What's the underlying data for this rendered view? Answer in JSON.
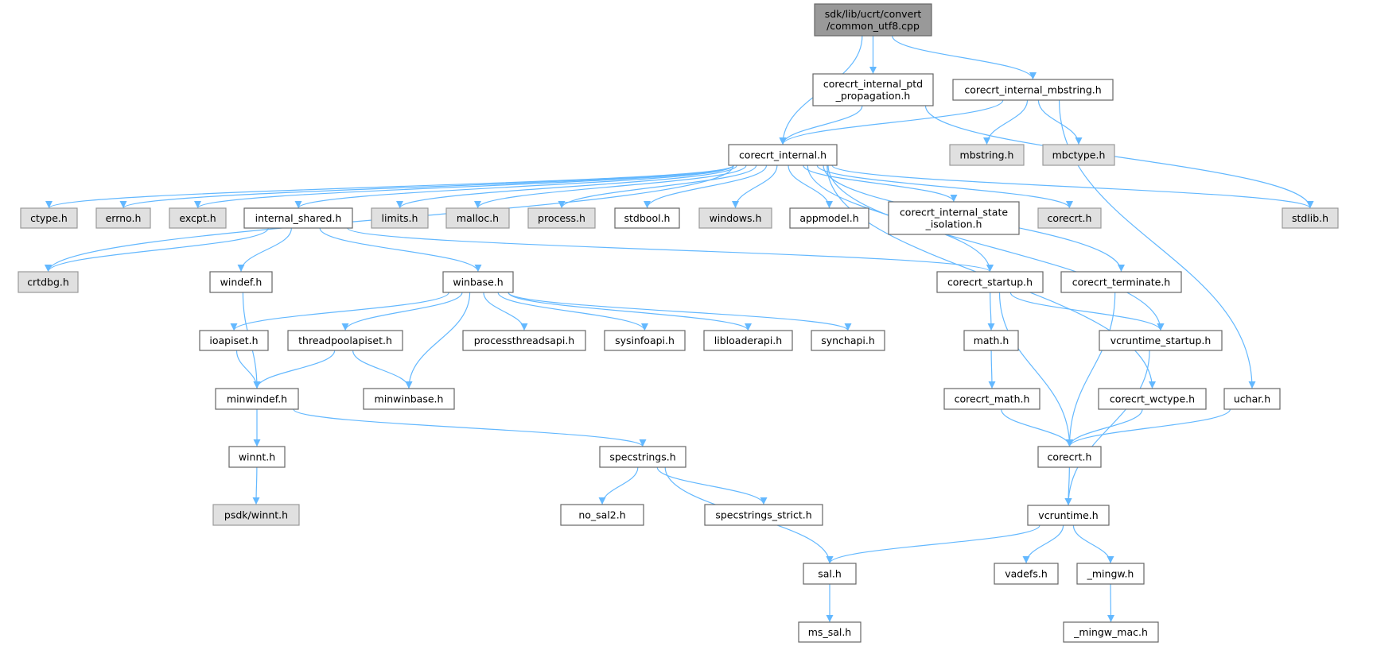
{
  "graph": {
    "edge_color": "#63b8ff",
    "nodes": [
      {
        "id": "root",
        "lines": [
          "sdk/lib/ucrt/convert",
          "/common_utf8.cpp"
        ],
        "style": "root"
      },
      {
        "id": "ptd",
        "lines": [
          "corecrt_internal_ptd",
          "_propagation.h"
        ],
        "style": "doc"
      },
      {
        "id": "mbsi",
        "lines": [
          "corecrt_internal_mbstring.h"
        ],
        "style": "doc"
      },
      {
        "id": "ci",
        "lines": [
          "corecrt_internal.h"
        ],
        "style": "doc"
      },
      {
        "id": "mbstring",
        "lines": [
          "mbstring.h"
        ],
        "style": "ext"
      },
      {
        "id": "mbctype",
        "lines": [
          "mbctype.h"
        ],
        "style": "ext"
      },
      {
        "id": "ctype",
        "lines": [
          "ctype.h"
        ],
        "style": "ext"
      },
      {
        "id": "errno",
        "lines": [
          "errno.h"
        ],
        "style": "ext"
      },
      {
        "id": "excpt",
        "lines": [
          "excpt.h"
        ],
        "style": "ext"
      },
      {
        "id": "ishared",
        "lines": [
          "internal_shared.h"
        ],
        "style": "doc"
      },
      {
        "id": "limits",
        "lines": [
          "limits.h"
        ],
        "style": "ext"
      },
      {
        "id": "malloc",
        "lines": [
          "malloc.h"
        ],
        "style": "ext"
      },
      {
        "id": "process",
        "lines": [
          "process.h"
        ],
        "style": "ext"
      },
      {
        "id": "stdbool",
        "lines": [
          "stdbool.h"
        ],
        "style": "doc"
      },
      {
        "id": "windows",
        "lines": [
          "windows.h"
        ],
        "style": "ext"
      },
      {
        "id": "appmodel",
        "lines": [
          "appmodel.h"
        ],
        "style": "doc"
      },
      {
        "id": "isolation",
        "lines": [
          "corecrt_internal_state",
          "_isolation.h"
        ],
        "style": "doc"
      },
      {
        "id": "corecrt_g",
        "lines": [
          "corecrt.h"
        ],
        "style": "ext"
      },
      {
        "id": "stdlib",
        "lines": [
          "stdlib.h"
        ],
        "style": "ext"
      },
      {
        "id": "crtdbg",
        "lines": [
          "crtdbg.h"
        ],
        "style": "ext"
      },
      {
        "id": "windef",
        "lines": [
          "windef.h"
        ],
        "style": "doc"
      },
      {
        "id": "winbase",
        "lines": [
          "winbase.h"
        ],
        "style": "doc"
      },
      {
        "id": "startup",
        "lines": [
          "corecrt_startup.h"
        ],
        "style": "doc"
      },
      {
        "id": "terminate",
        "lines": [
          "corecrt_terminate.h"
        ],
        "style": "doc"
      },
      {
        "id": "ioapiset",
        "lines": [
          "ioapiset.h"
        ],
        "style": "doc"
      },
      {
        "id": "threadpool",
        "lines": [
          "threadpoolapiset.h"
        ],
        "style": "doc"
      },
      {
        "id": "pthreads",
        "lines": [
          "processthreadsapi.h"
        ],
        "style": "doc"
      },
      {
        "id": "sysinfo",
        "lines": [
          "sysinfoapi.h"
        ],
        "style": "doc"
      },
      {
        "id": "libloader",
        "lines": [
          "libloaderapi.h"
        ],
        "style": "doc"
      },
      {
        "id": "synch",
        "lines": [
          "synchapi.h"
        ],
        "style": "doc"
      },
      {
        "id": "math",
        "lines": [
          "math.h"
        ],
        "style": "doc"
      },
      {
        "id": "vcstartup",
        "lines": [
          "vcruntime_startup.h"
        ],
        "style": "doc"
      },
      {
        "id": "minwindef",
        "lines": [
          "minwindef.h"
        ],
        "style": "doc"
      },
      {
        "id": "minwinbase",
        "lines": [
          "minwinbase.h"
        ],
        "style": "doc"
      },
      {
        "id": "cmath",
        "lines": [
          "corecrt_math.h"
        ],
        "style": "doc"
      },
      {
        "id": "wctype",
        "lines": [
          "corecrt_wctype.h"
        ],
        "style": "doc"
      },
      {
        "id": "uchar",
        "lines": [
          "uchar.h"
        ],
        "style": "doc"
      },
      {
        "id": "winnt",
        "lines": [
          "winnt.h"
        ],
        "style": "doc"
      },
      {
        "id": "specstrings",
        "lines": [
          "specstrings.h"
        ],
        "style": "doc"
      },
      {
        "id": "corecrt",
        "lines": [
          "corecrt.h"
        ],
        "style": "doc"
      },
      {
        "id": "psdk",
        "lines": [
          "psdk/winnt.h"
        ],
        "style": "ext"
      },
      {
        "id": "nosal2",
        "lines": [
          "no_sal2.h"
        ],
        "style": "doc"
      },
      {
        "id": "sstrict",
        "lines": [
          "specstrings_strict.h"
        ],
        "style": "doc"
      },
      {
        "id": "vcruntime",
        "lines": [
          "vcruntime.h"
        ],
        "style": "doc"
      },
      {
        "id": "sal",
        "lines": [
          "sal.h"
        ],
        "style": "doc"
      },
      {
        "id": "vadefs",
        "lines": [
          "vadefs.h"
        ],
        "style": "doc"
      },
      {
        "id": "mingw",
        "lines": [
          "_mingw.h"
        ],
        "style": "doc"
      },
      {
        "id": "mssal",
        "lines": [
          "ms_sal.h"
        ],
        "style": "doc"
      },
      {
        "id": "mingwmac",
        "lines": [
          "_mingw_mac.h"
        ],
        "style": "doc"
      }
    ],
    "edges": [
      [
        "root",
        "ci"
      ],
      [
        "root",
        "ptd"
      ],
      [
        "root",
        "mbsi"
      ],
      [
        "ptd",
        "ci"
      ],
      [
        "ptd",
        "stdlib"
      ],
      [
        "mbsi",
        "ci"
      ],
      [
        "mbsi",
        "mbstring"
      ],
      [
        "mbsi",
        "mbctype"
      ],
      [
        "mbsi",
        "uchar"
      ],
      [
        "ci",
        "crtdbg"
      ],
      [
        "ci",
        "ctype"
      ],
      [
        "ci",
        "errno"
      ],
      [
        "ci",
        "excpt"
      ],
      [
        "ci",
        "ishared"
      ],
      [
        "ci",
        "limits"
      ],
      [
        "ci",
        "malloc"
      ],
      [
        "ci",
        "process"
      ],
      [
        "ci",
        "stdbool"
      ],
      [
        "ci",
        "windows"
      ],
      [
        "ci",
        "appmodel"
      ],
      [
        "ci",
        "isolation"
      ],
      [
        "ci",
        "corecrt_g"
      ],
      [
        "ci",
        "stdlib"
      ],
      [
        "ci",
        "startup"
      ],
      [
        "ci",
        "terminate"
      ],
      [
        "ci",
        "vcstartup"
      ],
      [
        "ci",
        "wctype"
      ],
      [
        "ishared",
        "crtdbg"
      ],
      [
        "ishared",
        "windef"
      ],
      [
        "ishared",
        "winbase"
      ],
      [
        "ishared",
        "startup"
      ],
      [
        "windef",
        "minwindef"
      ],
      [
        "winbase",
        "ioapiset"
      ],
      [
        "winbase",
        "threadpool"
      ],
      [
        "winbase",
        "minwinbase"
      ],
      [
        "winbase",
        "pthreads"
      ],
      [
        "winbase",
        "sysinfo"
      ],
      [
        "winbase",
        "libloader"
      ],
      [
        "winbase",
        "synch"
      ],
      [
        "ioapiset",
        "minwindef"
      ],
      [
        "threadpool",
        "minwindef"
      ],
      [
        "threadpool",
        "minwinbase"
      ],
      [
        "minwindef",
        "winnt"
      ],
      [
        "minwindef",
        "specstrings"
      ],
      [
        "winnt",
        "psdk"
      ],
      [
        "specstrings",
        "nosal2"
      ],
      [
        "specstrings",
        "sstrict"
      ],
      [
        "specstrings",
        "sal"
      ],
      [
        "startup",
        "math"
      ],
      [
        "startup",
        "vcstartup"
      ],
      [
        "startup",
        "corecrt"
      ],
      [
        "terminate",
        "corecrt"
      ],
      [
        "math",
        "cmath"
      ],
      [
        "cmath",
        "corecrt"
      ],
      [
        "wctype",
        "corecrt"
      ],
      [
        "uchar",
        "corecrt"
      ],
      [
        "vcstartup",
        "vcruntime"
      ],
      [
        "corecrt",
        "vcruntime"
      ],
      [
        "vcruntime",
        "sal"
      ],
      [
        "vcruntime",
        "vadefs"
      ],
      [
        "vcruntime",
        "mingw"
      ],
      [
        "mingw",
        "mingwmac"
      ],
      [
        "sal",
        "mssal"
      ]
    ]
  }
}
